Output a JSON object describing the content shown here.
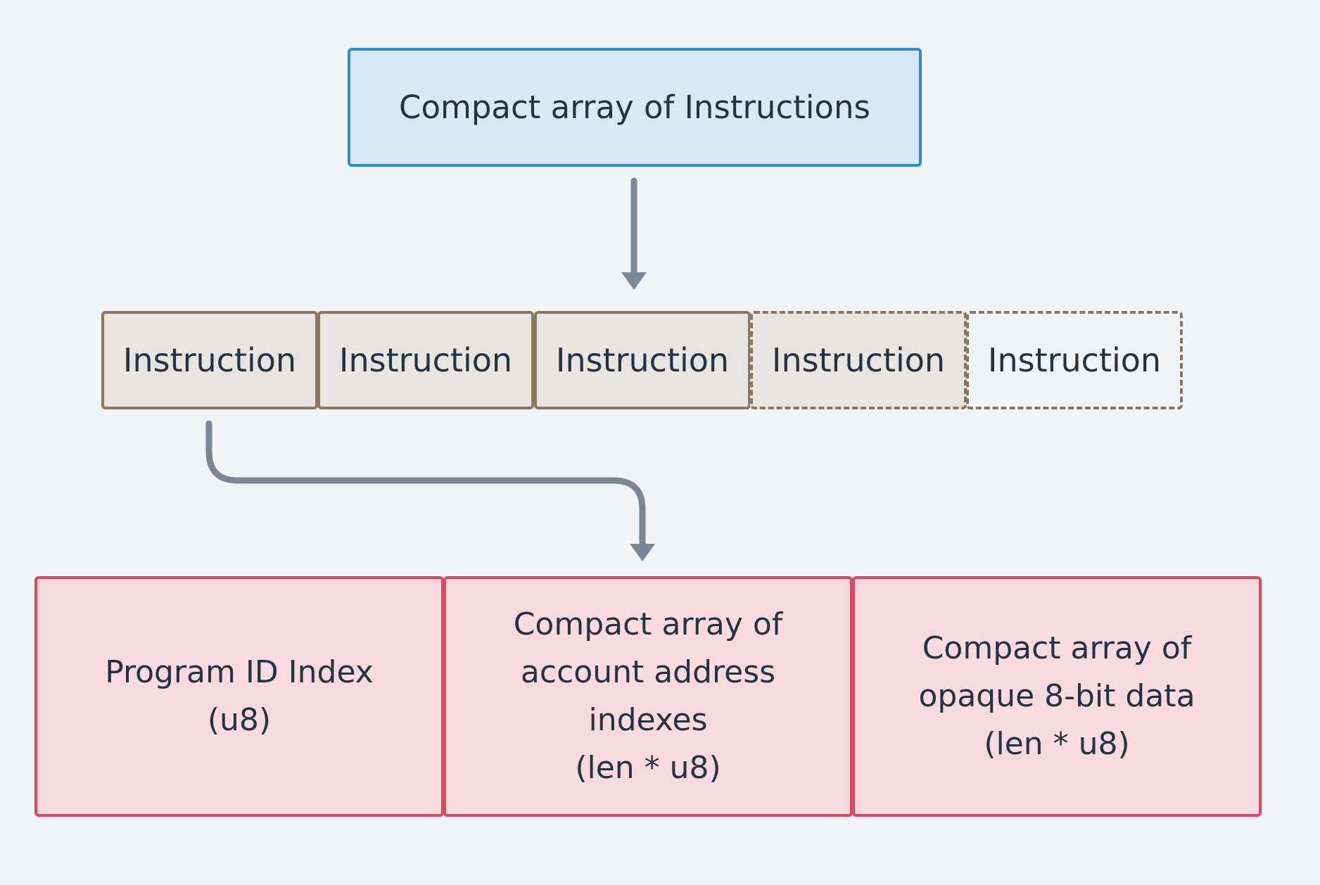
{
  "top": {
    "label": "Compact array of Instructions"
  },
  "instructions": [
    {
      "label": "Instruction",
      "style": "solid"
    },
    {
      "label": "Instruction",
      "style": "solid"
    },
    {
      "label": "Instruction",
      "style": "solid"
    },
    {
      "label": "Instruction",
      "style": "dashed-filled"
    },
    {
      "label": "Instruction",
      "style": "dashed-empty"
    }
  ],
  "fields": [
    {
      "lines": [
        "Program ID Index",
        "(u8)"
      ]
    },
    {
      "lines": [
        "Compact array of",
        "account address",
        "indexes",
        "(len * u8)"
      ]
    },
    {
      "lines": [
        "Compact array of",
        "opaque 8-bit data",
        "(len * u8)"
      ]
    }
  ],
  "colors": {
    "background": "#f0f4f7",
    "top_fill": "#d7e8f7",
    "top_border": "#2f8ad9",
    "instruction_fill": "#e8e4df",
    "instruction_border": "#8b7760",
    "field_fill": "#f7dade",
    "field_border": "#d84a63",
    "arrow": "#7a8794",
    "text": "#243342"
  }
}
